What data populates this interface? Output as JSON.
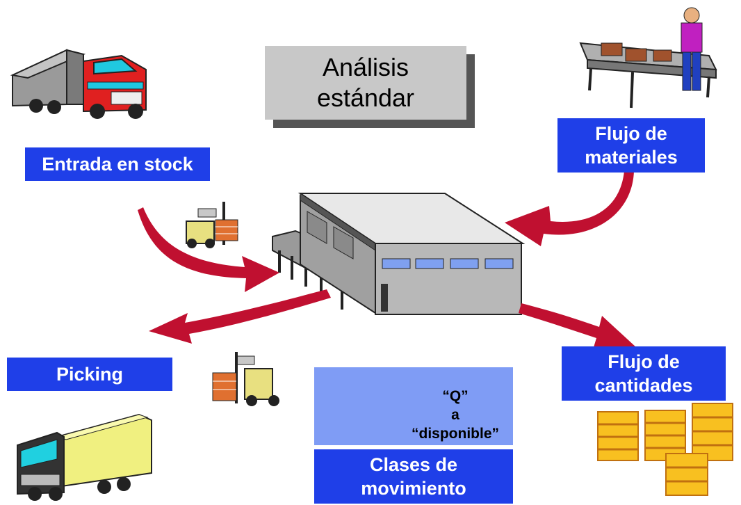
{
  "title": {
    "line1": "Análisis",
    "line2": "estándar"
  },
  "labels": {
    "entrada": "Entrada en stock",
    "flujo_materiales": {
      "line1": "Flujo de",
      "line2": "materiales"
    },
    "picking": "Picking",
    "flujo_cantidades": {
      "line1": "Flujo de",
      "line2": "cantidades"
    },
    "clases_movimiento": {
      "line1": "Clases de",
      "line2": "movimiento"
    }
  },
  "traffic_light_text": {
    "line1": "“Q”",
    "line2": "a",
    "line3": "“disponible”"
  },
  "colors": {
    "label_bg": "#1f3fe8",
    "arrow": "#c01030",
    "title_bg": "#c8c8c8",
    "panel_bg": "#7f9cf5"
  }
}
